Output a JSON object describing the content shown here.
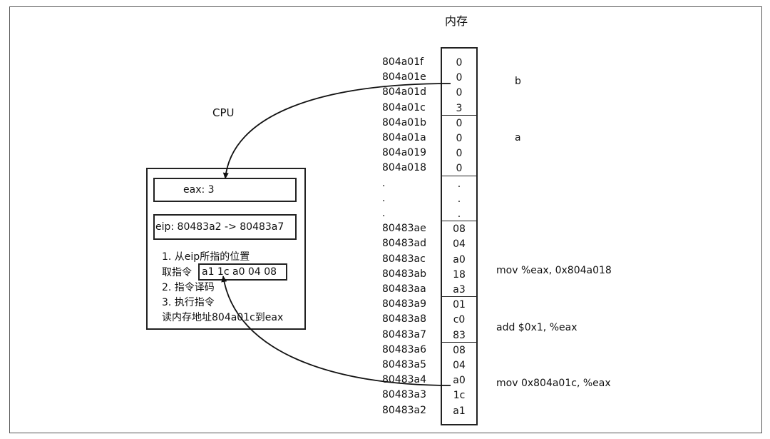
{
  "memory_title": "内存",
  "cpu_title": "CPU",
  "memory_rows": [
    {
      "address": "804a01f",
      "value": "0"
    },
    {
      "address": "804a01e",
      "value": "0"
    },
    {
      "address": "804a01d",
      "value": "0"
    },
    {
      "address": "804a01c",
      "value": "3"
    },
    {
      "address": "804a01b",
      "value": "0"
    },
    {
      "address": "804a01a",
      "value": "0"
    },
    {
      "address": "804a019",
      "value": "0"
    },
    {
      "address": "804a018",
      "value": "0"
    },
    {
      "address": ".",
      "value": "."
    },
    {
      "address": ".",
      "value": "."
    },
    {
      "address": ".",
      "value": "."
    },
    {
      "address": "80483ae",
      "value": "08"
    },
    {
      "address": "80483ad",
      "value": "04"
    },
    {
      "address": "80483ac",
      "value": "a0"
    },
    {
      "address": "80483ab",
      "value": "18"
    },
    {
      "address": "80483aa",
      "value": "a3"
    },
    {
      "address": "80483a9",
      "value": "01"
    },
    {
      "address": "80483a8",
      "value": "c0"
    },
    {
      "address": "80483a7",
      "value": "83"
    },
    {
      "address": "80483a6",
      "value": "08"
    },
    {
      "address": "80483a5",
      "value": "04"
    },
    {
      "address": "80483a4",
      "value": "a0"
    },
    {
      "address": "80483a3",
      "value": "1c"
    },
    {
      "address": "80483a2",
      "value": "a1"
    }
  ],
  "annotations": {
    "var_b": "b",
    "var_a": "a",
    "instr_mov_store": "mov %eax, 0x804a018",
    "instr_add": "add $0x1, %eax",
    "instr_mov_load": "mov 0x804a01c, %eax"
  },
  "cpu": {
    "eax": "eax: 3",
    "eip": "eip: 80483a2 -> 80483a7",
    "step1": "1. 从eip所指的位置",
    "fetch_prefix": "取指令",
    "fetched_bytes": "a1 1c a0 04 08",
    "step2": "2. 指令译码",
    "step3": "3. 执行指令",
    "step3_detail": "读内存地址804a01c到eax"
  }
}
